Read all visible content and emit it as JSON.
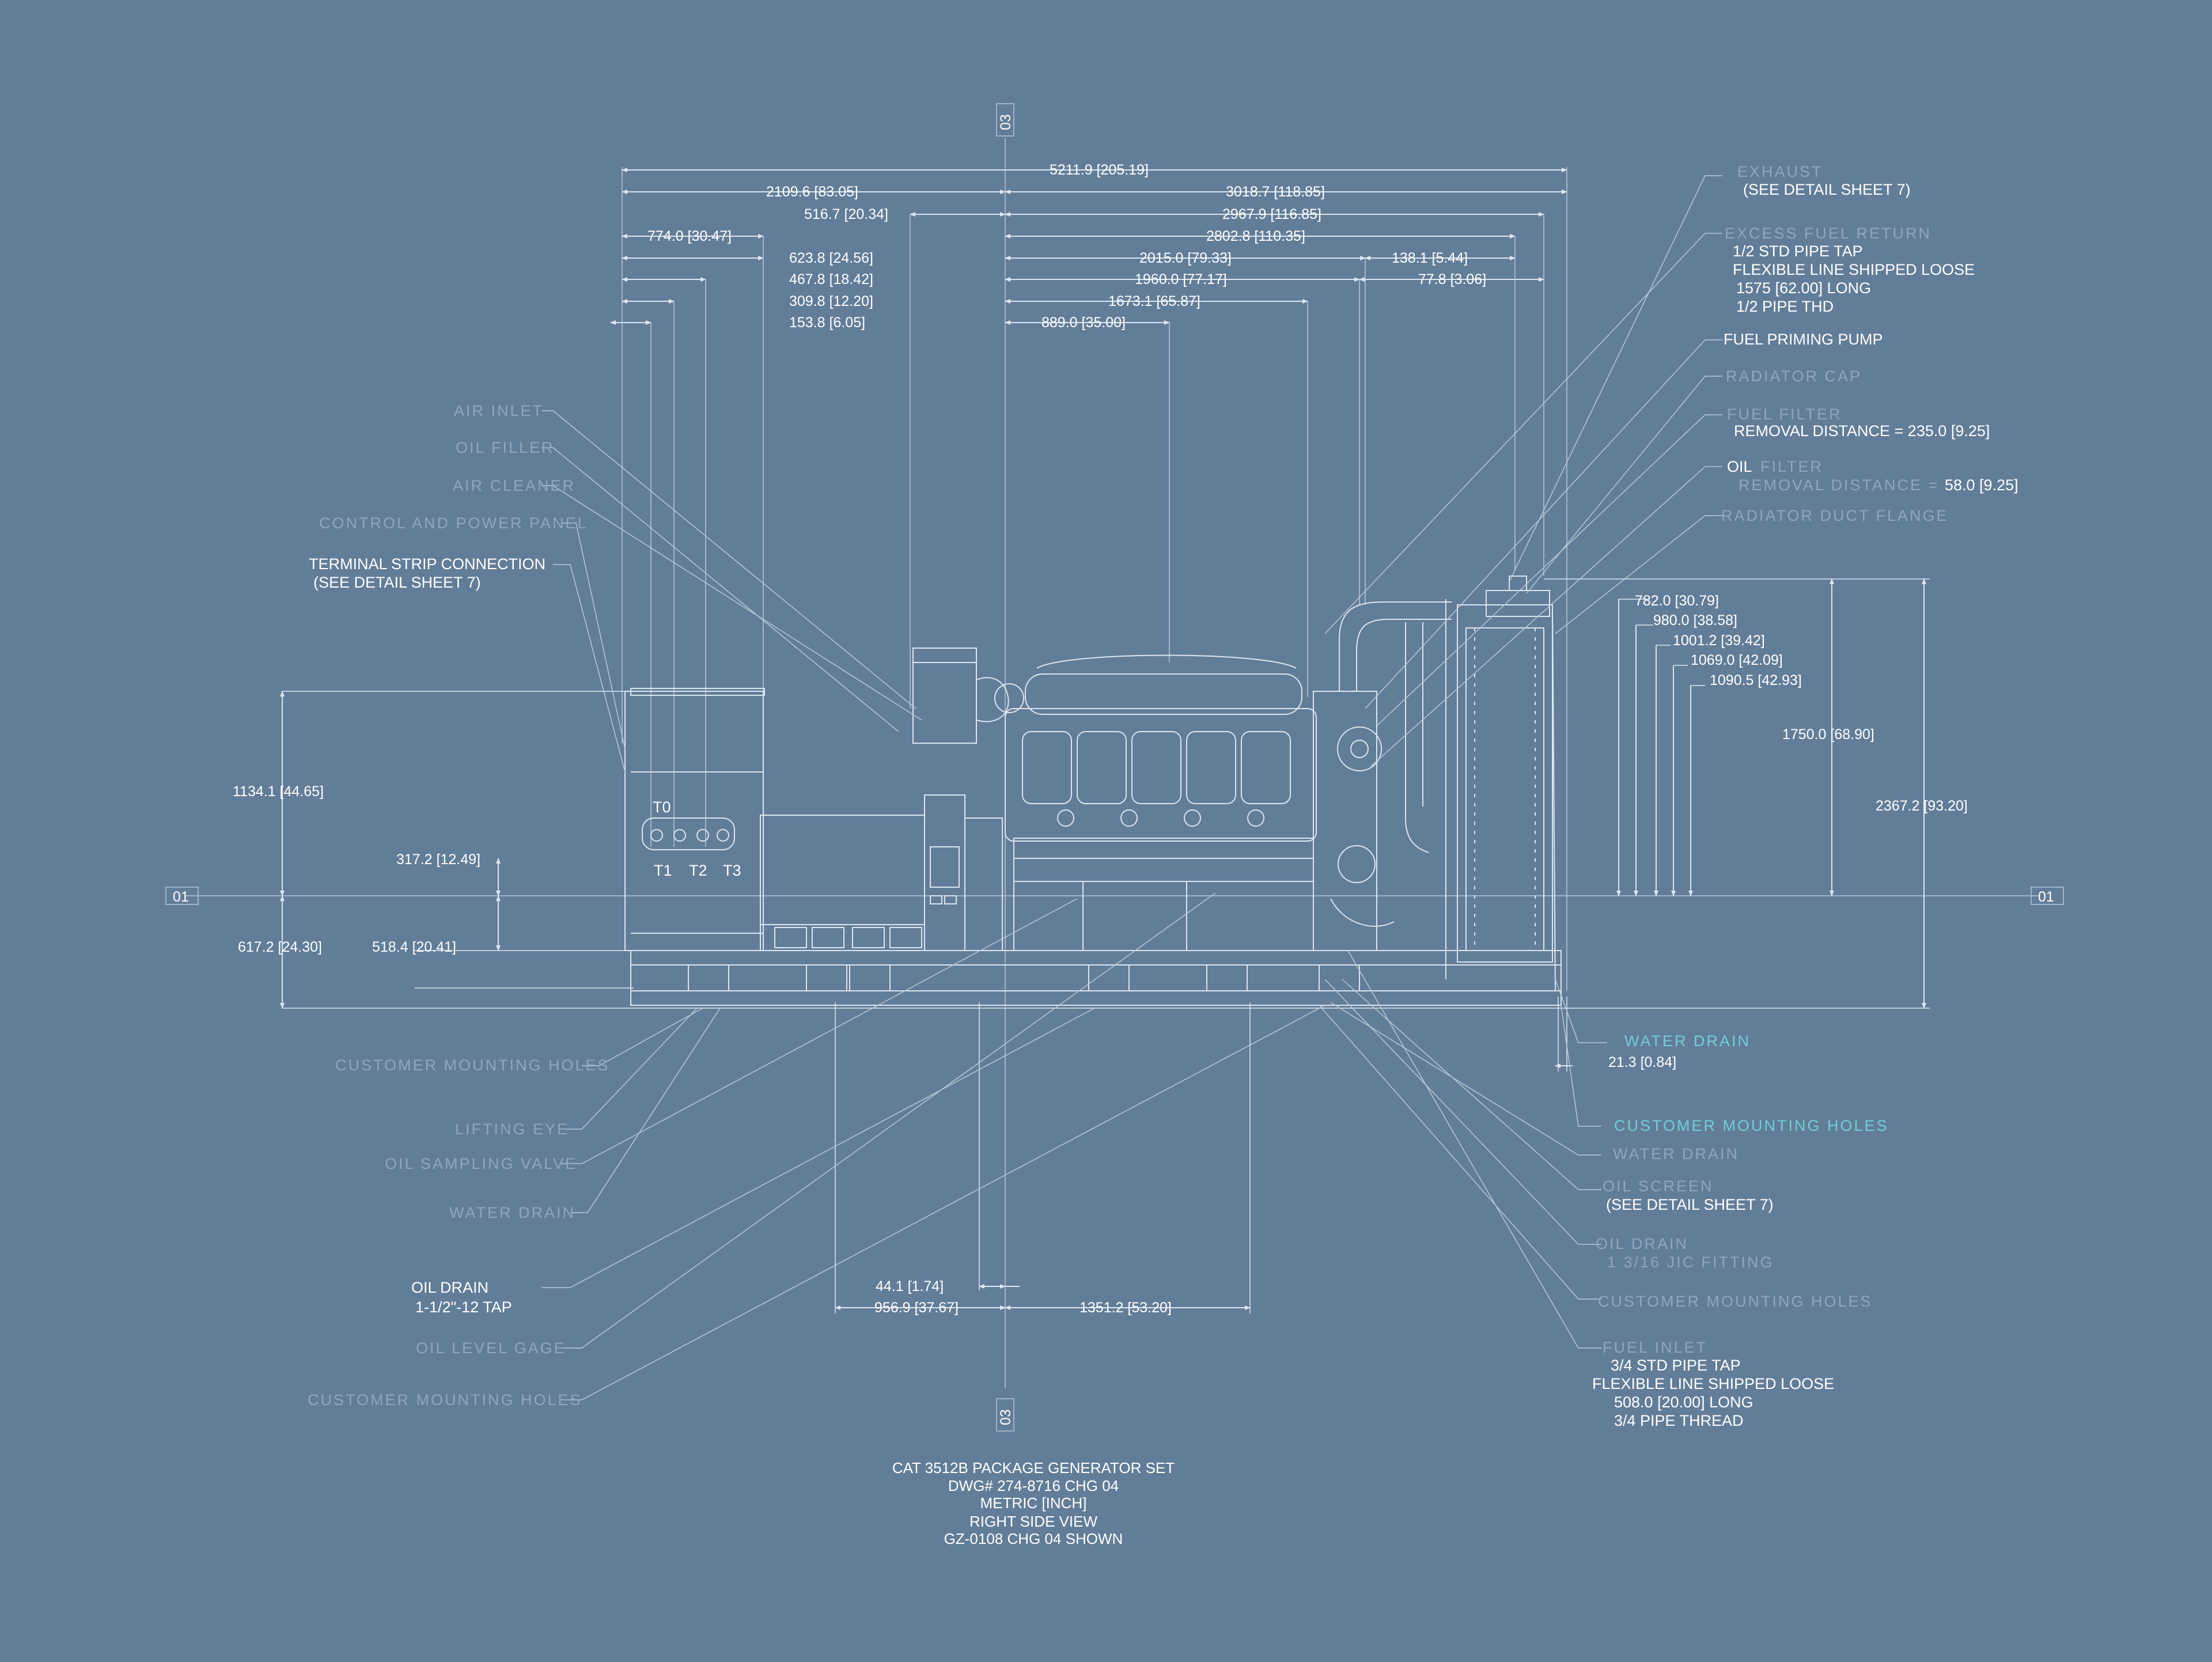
{
  "colors": {
    "background": "#627d98",
    "line": "#dbe6f0",
    "faint_text": "#8fa7bd",
    "accent": "#6fd0d4"
  },
  "datums": {
    "top": "03",
    "bottom": "03",
    "left": "01",
    "right": "01"
  },
  "dims": {
    "overall": "5211.9 [205.19]",
    "d_2109": "2109.6 [83.05]",
    "d_3018": "3018.7 [118.85]",
    "d_516": "516.7 [20.34]",
    "d_2967": "2967.9 [116.85]",
    "d_774": "774.0 [30.47]",
    "d_2802": "2802.8 [110.35]",
    "d_623": "623.8 [24.56]",
    "d_2015": "2015.0 [79.33]",
    "d_138": "138.1 [5.44]",
    "d_467": "467.8 [18.42]",
    "d_1960": "1960.0 [77.17]",
    "d_77": "77.8 [3.06]",
    "d_309": "309.8 [12.20]",
    "d_1673": "1673.1 [65.87]",
    "d_153": "153.8 [6.05]",
    "d_889": "889.0 [35.00]",
    "d_1134": "1134.1 [44.65]",
    "d_317": "317.2 [12.49]",
    "d_617": "617.2 [24.30]",
    "d_518": "518.4 [20.41]",
    "d_782": "782.0 [30.79]",
    "d_980": "980.0 [38.58]",
    "d_1001": "1001.2 [39.42]",
    "d_1069": "1069.0 [42.09]",
    "d_1090": "1090.5 [42.93]",
    "d_1750": "1750.0 [68.90]",
    "d_2367": "2367.2 [93.20]",
    "d_21": "21.3 [0.84]",
    "d_44": "44.1 [1.74]",
    "d_956": "956.9 [37.67]",
    "d_1351": "1351.2 [53.20]"
  },
  "terminals": {
    "t0": "T0",
    "t1": "T1",
    "t2": "T2",
    "t3": "T3"
  },
  "left_labels": {
    "air_inlet": "AIR INLET",
    "oil_filler": "OIL FILLER",
    "air_cleaner": "AIR CLEANER",
    "control_panel": "CONTROL AND POWER PANEL",
    "terminal_strip_1": "TERMINAL STRIP CONNECTION",
    "terminal_strip_2": "(SEE DETAIL SHEET 7)",
    "customer_holes_1": "CUSTOMER MOUNTING HOLES",
    "lifting_eye": "LIFTING EYE",
    "oil_sampling": "OIL SAMPLING VALVE",
    "water_drain": "WATER DRAIN",
    "oil_drain_1": "OIL DRAIN",
    "oil_drain_2": "1-1/2\"-12 TAP",
    "oil_level": "OIL LEVEL GAGE",
    "customer_holes_2": "CUSTOMER MOUNTING HOLES"
  },
  "right_labels": {
    "exhaust": "EXHAUST",
    "exhaust_detail": "(SEE DETAIL SHEET 7)",
    "excess_fuel": "EXCESS FUEL RETURN",
    "excess_1": "1/2 STD PIPE TAP",
    "excess_2": "FLEXIBLE LINE SHIPPED LOOSE",
    "excess_3": "1575 [62.00] LONG",
    "excess_4": "1/2 PIPE THD",
    "fuel_priming": "FUEL PRIMING PUMP",
    "radiator_cap": "RADIATOR CAP",
    "fuel_filter": "FUEL FILTER",
    "fuel_filter_removal": "REMOVAL DISTANCE = 235.0 [9.25]",
    "oil_word": "OIL",
    "filter_word": "FILTER",
    "oil_filter_removal": "REMOVAL DISTANCE =",
    "oil_filter_value": "58.0 [9.25]",
    "radiator_duct": "RADIATOR DUCT FLANGE",
    "water_drain_teal": "WATER DRAIN",
    "customer_holes_teal": "CUSTOMER MOUNTING HOLES",
    "water_drain_2": "WATER DRAIN",
    "oil_screen": "OIL SCREEN",
    "oil_screen_detail": "(SEE DETAIL SHEET 7)",
    "oil_drain_r": "OIL DRAIN",
    "jic_fitting": "1 3/16 JIC FITTING",
    "customer_holes_r": "CUSTOMER MOUNTING HOLES",
    "fuel_inlet": "FUEL INLET",
    "inlet_1": "3/4 STD PIPE TAP",
    "inlet_2": "FLEXIBLE LINE SHIPPED LOOSE",
    "inlet_3": "508.0 [20.00] LONG",
    "inlet_4": "3/4 PIPE THREAD"
  },
  "title_block": {
    "line1": "CAT 3512B PACKAGE GENERATOR SET",
    "line2": "DWG# 274-8716 CHG 04",
    "line3": "METRIC [INCH]",
    "line4": "RIGHT SIDE VIEW",
    "line5": "GZ-0108 CHG 04 SHOWN"
  }
}
